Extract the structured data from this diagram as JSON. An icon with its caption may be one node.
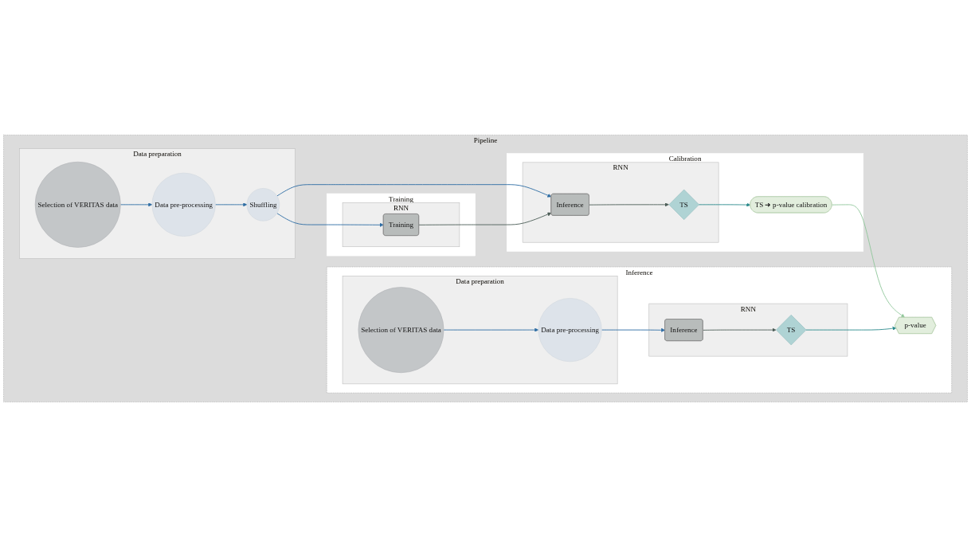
{
  "diagram": {
    "nodes": [
      {
        "text": [
          "Pipeline"
        ]
      },
      {
        "text": [
          "Training"
        ],
        "in": 0
      },
      {
        "text": [
          "Calibration"
        ],
        "in": 0
      },
      {
        "text": [
          "Data preparation"
        ],
        "in": 0
      },
      {
        "text": [
          "Selection of VERITAS data"
        ],
        "in": 3
      },
      {
        "text": [
          "Data pre-processing"
        ],
        "in": 3
      },
      {
        "text": [
          "Shuffling"
        ],
        "in": 3
      },
      {
        "text": [
          "RNN"
        ],
        "in": 1
      },
      {
        "text": [
          "Training"
        ],
        "in": 7
      },
      {
        "text": [
          "RNN"
        ],
        "in": 2
      },
      {
        "text": [
          "Inference"
        ],
        "in": 9
      },
      {
        "text": [
          "TS"
        ],
        "in": 9
      },
      {
        "text": [
          "TS ➜ p-value calibration"
        ],
        "in": 2
      },
      {
        "text": [
          "Inference"
        ],
        "in": 0
      },
      {
        "text": [
          "Data preparation"
        ],
        "in": 13
      },
      {
        "text": [
          "Selection of VERITAS data"
        ],
        "in": 14
      },
      {
        "text": [
          "Data pre-processing"
        ],
        "in": 14
      },
      {
        "text": [
          "RNN"
        ],
        "in": 13
      },
      {
        "text": [
          "Inference"
        ],
        "in": 17
      },
      {
        "text": [
          "TS"
        ],
        "in": 17
      },
      {
        "text": [
          "p-value"
        ],
        "in": 13
      }
    ],
    "edges": [
      {
        "from": 4,
        "to": 5,
        "arrow": "to"
      },
      {
        "from": 5,
        "to": 6,
        "arrow": "to"
      },
      {
        "from": 6,
        "to": 8,
        "arrow": "to"
      },
      {
        "from": 6,
        "to": 10,
        "arrow": "to"
      },
      {
        "from": 8,
        "to": 10,
        "arrow": "to",
        "color": "#4d5e58"
      },
      {
        "from": 10,
        "to": 11,
        "arrow": "to",
        "color": "#4d5e58"
      },
      {
        "from": 11,
        "to": 12,
        "arrow": "to",
        "color": "#2a8a8c"
      },
      {
        "from": 12,
        "to": 20,
        "arrow": "to",
        "color": "#8fc79a"
      },
      {
        "from": 15,
        "to": 16,
        "arrow": "to"
      },
      {
        "from": 16,
        "to": 18,
        "arrow": "to"
      },
      {
        "from": 18,
        "to": 19,
        "arrow": "to",
        "color": "#4d5e58"
      },
      {
        "from": 19,
        "to": 20,
        "arrow": "to",
        "color": "#2a8a8c"
      }
    ]
  }
}
